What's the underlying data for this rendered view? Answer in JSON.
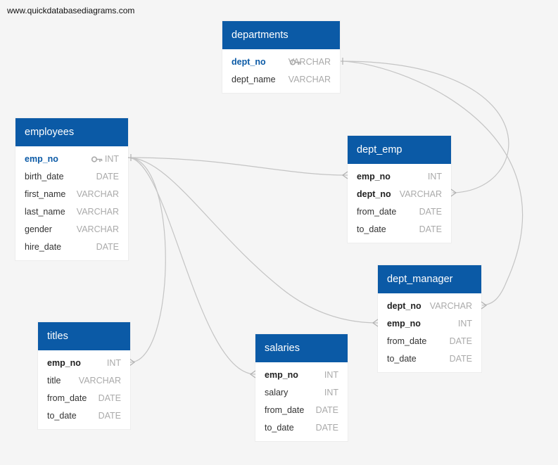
{
  "watermark": "www.quickdatabasediagrams.com",
  "tables": {
    "departments": {
      "name": "departments",
      "fields": [
        {
          "name": "dept_no",
          "type": "VARCHAR",
          "pk": true
        },
        {
          "name": "dept_name",
          "type": "VARCHAR"
        }
      ]
    },
    "employees": {
      "name": "employees",
      "fields": [
        {
          "name": "emp_no",
          "type": "INT",
          "pk": true
        },
        {
          "name": "birth_date",
          "type": "DATE"
        },
        {
          "name": "first_name",
          "type": "VARCHAR"
        },
        {
          "name": "last_name",
          "type": "VARCHAR"
        },
        {
          "name": "gender",
          "type": "VARCHAR"
        },
        {
          "name": "hire_date",
          "type": "DATE"
        }
      ]
    },
    "dept_emp": {
      "name": "dept_emp",
      "fields": [
        {
          "name": "emp_no",
          "type": "INT",
          "fk": true
        },
        {
          "name": "dept_no",
          "type": "VARCHAR",
          "fk": true
        },
        {
          "name": "from_date",
          "type": "DATE"
        },
        {
          "name": "to_date",
          "type": "DATE"
        }
      ]
    },
    "dept_manager": {
      "name": "dept_manager",
      "fields": [
        {
          "name": "dept_no",
          "type": "VARCHAR",
          "fk": true
        },
        {
          "name": "emp_no",
          "type": "INT",
          "fk": true
        },
        {
          "name": "from_date",
          "type": "DATE"
        },
        {
          "name": "to_date",
          "type": "DATE"
        }
      ]
    },
    "titles": {
      "name": "titles",
      "fields": [
        {
          "name": "emp_no",
          "type": "INT",
          "fk": true
        },
        {
          "name": "title",
          "type": "VARCHAR"
        },
        {
          "name": "from_date",
          "type": "DATE"
        },
        {
          "name": "to_date",
          "type": "DATE"
        }
      ]
    },
    "salaries": {
      "name": "salaries",
      "fields": [
        {
          "name": "emp_no",
          "type": "INT",
          "fk": true
        },
        {
          "name": "salary",
          "type": "INT"
        },
        {
          "name": "from_date",
          "type": "DATE"
        },
        {
          "name": "to_date",
          "type": "DATE"
        }
      ]
    }
  },
  "colors": {
    "header": "#0b5aa6",
    "connector": "#c4c4c4",
    "background": "#f5f5f5"
  }
}
